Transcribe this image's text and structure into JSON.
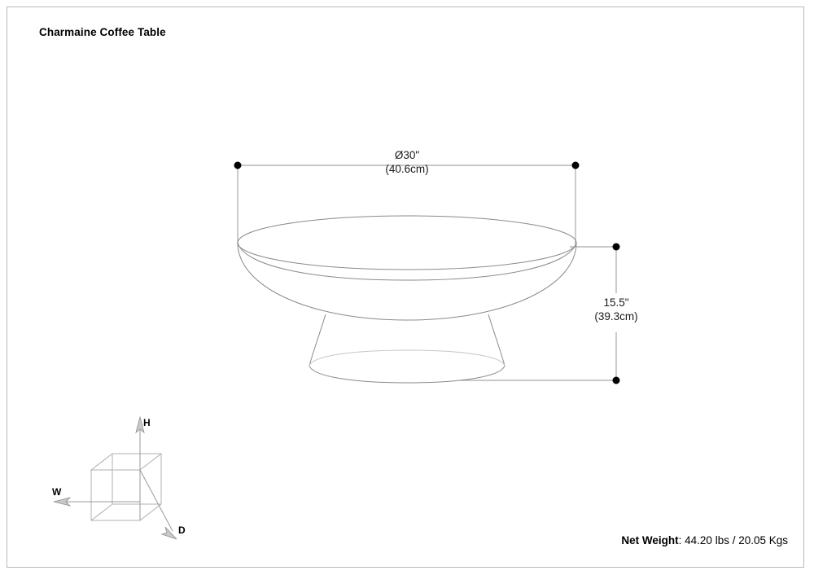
{
  "document": {
    "title": "Charmaine Coffee Table",
    "border_color": "#b9b9b9",
    "background_color": "#ffffff"
  },
  "drawing": {
    "line_color": "#8a8a8a",
    "product_type": "round pedestal coffee table",
    "view": "front elevation"
  },
  "dimensions": {
    "width": {
      "imperial": "Ø30\"",
      "metric": "(40.6cm)"
    },
    "height": {
      "imperial": "15.5\"",
      "metric": "(39.3cm)"
    }
  },
  "axis_legend": {
    "height_label": "H",
    "width_label": "W",
    "depth_label": "D"
  },
  "footer": {
    "net_weight_label": "Net Weight",
    "net_weight_value": ": 44.20 lbs / 20.05 Kgs"
  }
}
